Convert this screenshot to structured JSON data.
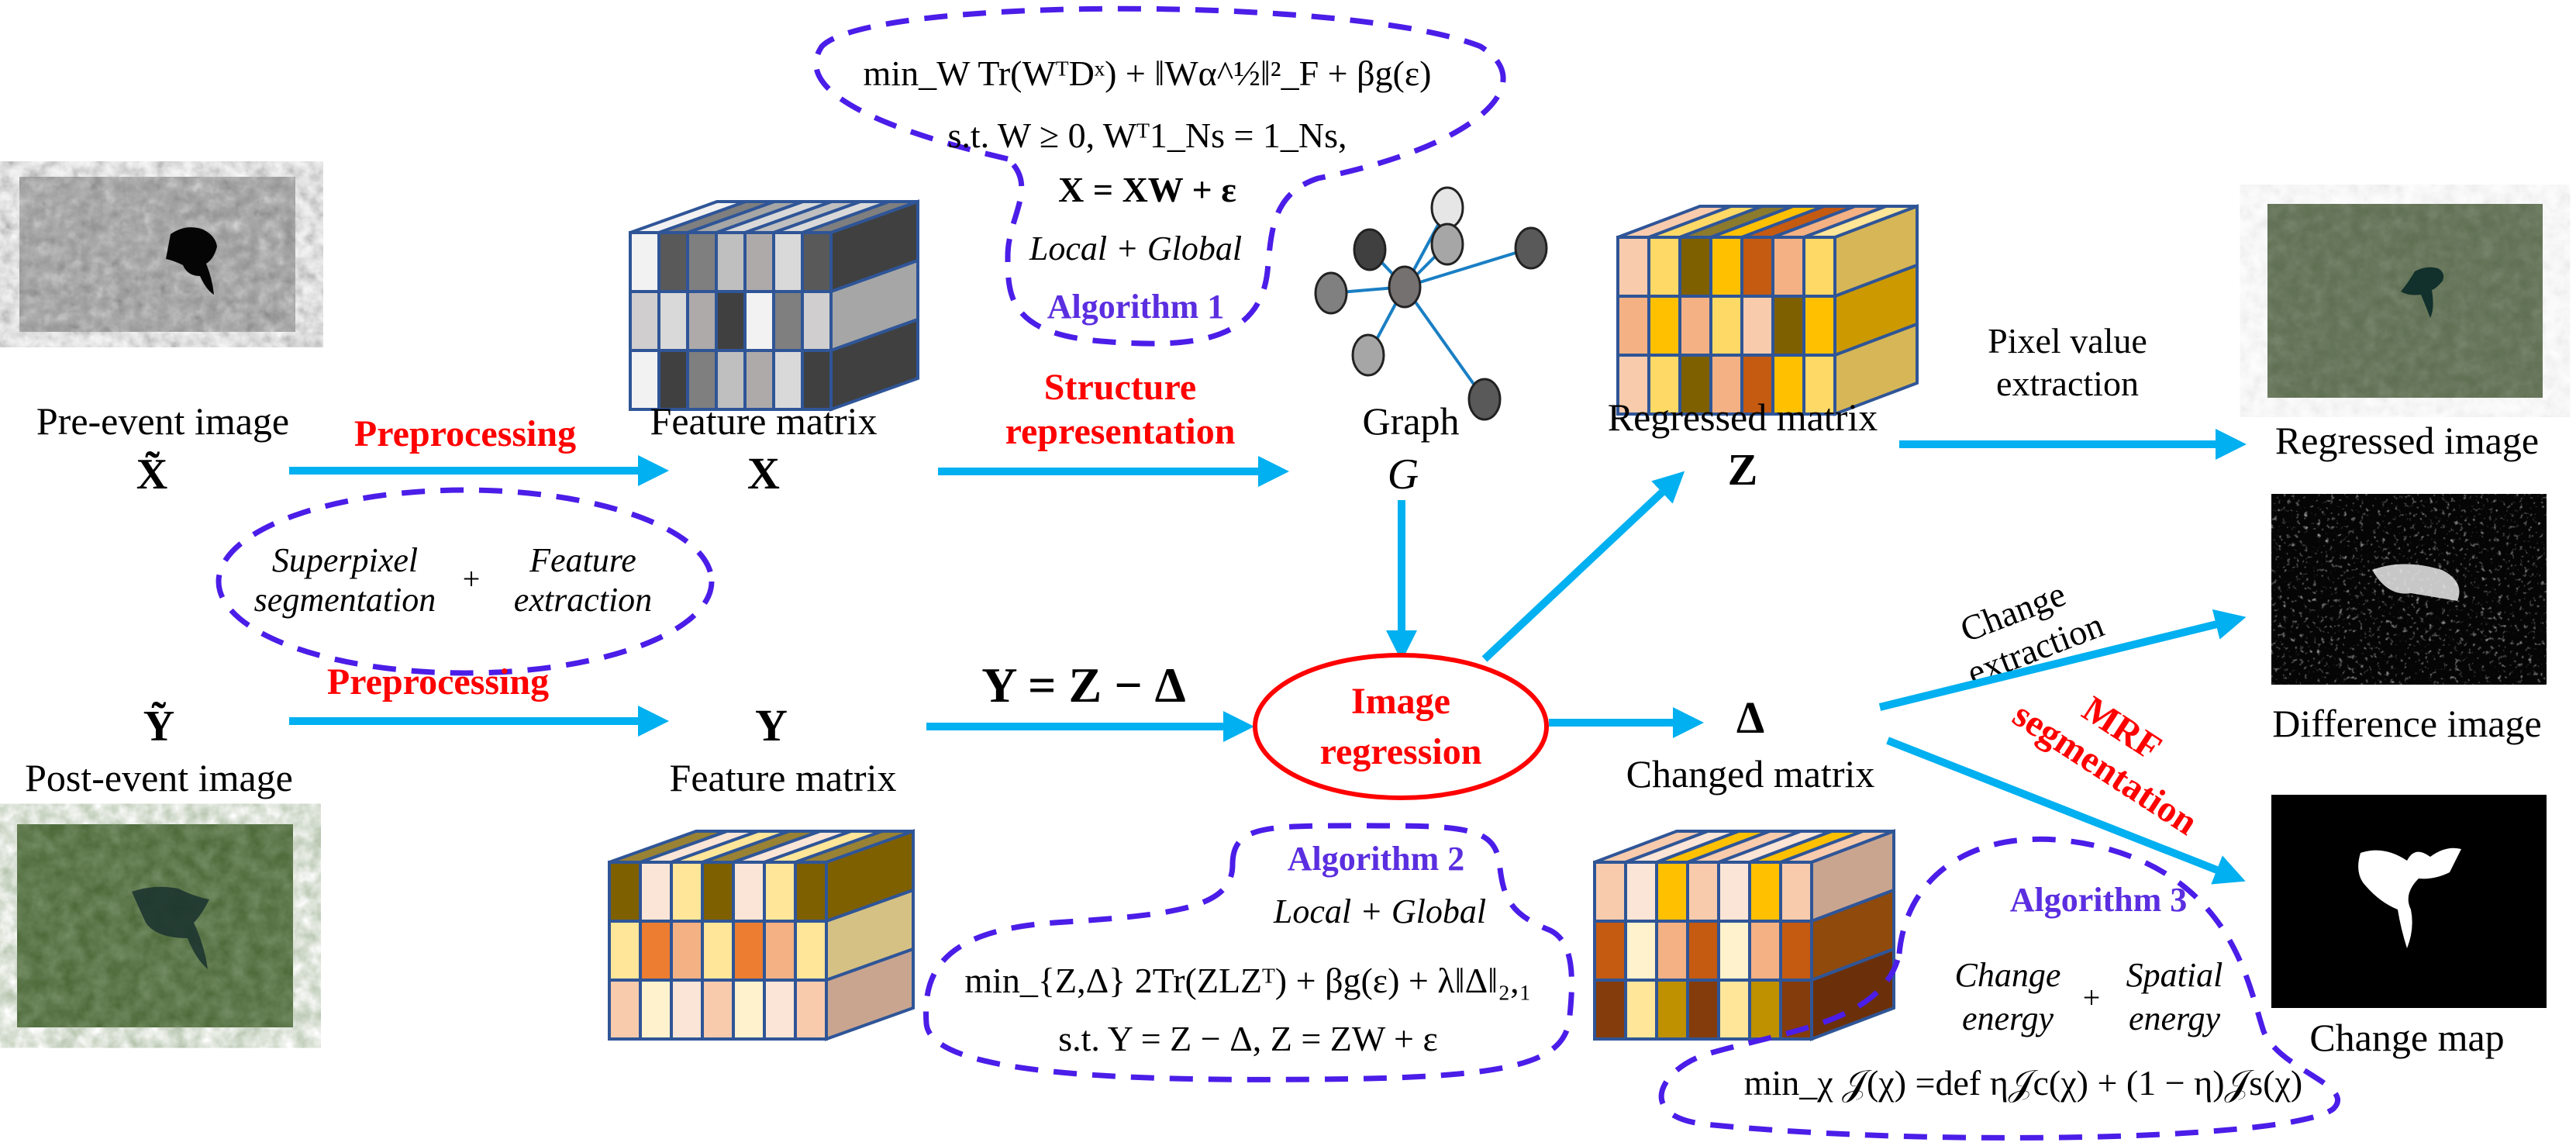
{
  "colors": {
    "arrow": "#00b0f0",
    "process_label": "#ff0000",
    "algorithm_label": "#5b2ee0",
    "dashed_outline": "#4b1de8",
    "cube_edge": "#2f5597",
    "regression_node": "#ff0000",
    "graph_edge": "#1a7fc4"
  },
  "inputs": {
    "pre_event": {
      "caption": "Pre-event image",
      "symbol": "X̃"
    },
    "post_event": {
      "caption": "Post-event image",
      "symbol": "Ỹ"
    }
  },
  "steps": {
    "preprocessing_top": "Preprocessing",
    "preprocessing_bottom": "Preprocessing",
    "structure_representation": [
      "Structure",
      "representation"
    ],
    "image_regression": [
      "Image",
      "regression"
    ],
    "pixel_value_extraction": [
      "Pixel value",
      "extraction"
    ],
    "change_extraction": [
      "Change",
      "extraction"
    ],
    "mrf_segmentation": [
      "MRF",
      "segmentation"
    ]
  },
  "preprocess_note": {
    "left": [
      "Superpixel",
      "segmentation"
    ],
    "plus": "+",
    "right": [
      "Feature",
      "extraction"
    ]
  },
  "matrices": {
    "feature_x": {
      "caption": "Feature matrix",
      "symbol": "X"
    },
    "feature_y": {
      "caption": "Feature matrix",
      "symbol": "Y"
    },
    "graph": {
      "caption": "Graph",
      "symbol": "G"
    },
    "regressed": {
      "caption": "Regressed matrix",
      "symbol": "Z"
    },
    "changed": {
      "caption": "Changed matrix",
      "symbol": "Δ"
    }
  },
  "equation_relation": "Y = Z − Δ",
  "algorithm1": {
    "title": "Algorithm 1",
    "objective": "min_W Tr(WᵀDˣ) + ‖Wα^½‖²_F + βg(ε)",
    "constraint1": "s.t.  W ≥ 0,  Wᵀ1_Ns = 1_Ns,",
    "constraint2": "X = XW + ε",
    "scope": "Local + Global"
  },
  "algorithm2": {
    "title": "Algorithm 2",
    "scope": "Local + Global",
    "objective": "min_{Z,Δ} 2Tr(ZLZᵀ) + βg(ε) + λ‖Δ‖₂,₁",
    "constraint": "s.t.  Y = Z − Δ, Z = ZW + ε"
  },
  "algorithm3": {
    "title": "Algorithm 3",
    "term1": [
      "Change",
      "energy"
    ],
    "plus": "+",
    "term2": [
      "Spatial",
      "energy"
    ],
    "objective": "min_χ 𝒥(χ) =def η𝒥c(χ) + (1 − η)𝒥s(χ)"
  },
  "outputs": {
    "regressed_image": "Regressed image",
    "difference_image": "Difference image",
    "change_map": "Change map"
  }
}
